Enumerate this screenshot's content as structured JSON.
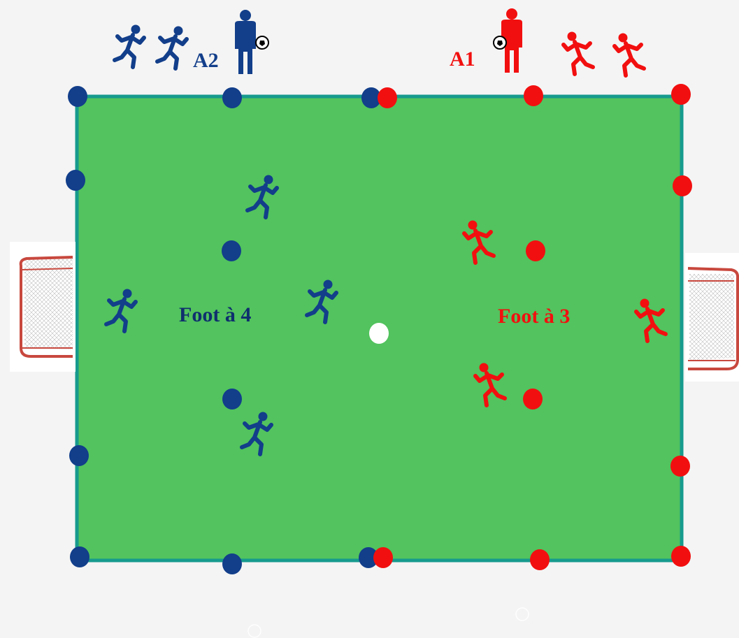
{
  "colors": {
    "background": "#f4f4f4",
    "field": "#52c35e",
    "field_border": "#179a8e",
    "team_blue": "#123e8a",
    "team_red": "#f20f0f",
    "center_spot": "#ffffff",
    "goal_frame": "#c8483e"
  },
  "labels": {
    "a2": "A2",
    "a1": "A1",
    "foot4": "Foot à 4",
    "foot3": "Foot à 3"
  },
  "icons": {
    "runner": "running-player-icon",
    "coach": "standing-player-with-ball-icon",
    "ball": "soccer-ball-icon",
    "goal": "soccer-goal-icon",
    "cone": "cone-marker-dot"
  }
}
